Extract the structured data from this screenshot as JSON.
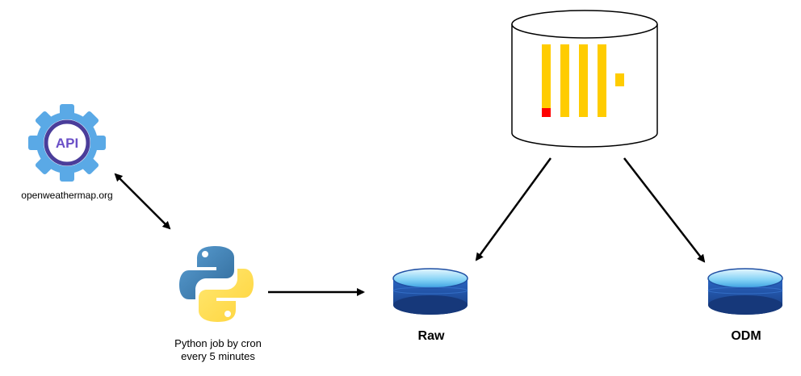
{
  "nodes": {
    "api": {
      "icon_text": "API",
      "label": "openweathermap.org",
      "icon": "api-gear-icon"
    },
    "python": {
      "line1": "Python job by cron",
      "line2": "every 5 minutes",
      "icon": "python-logo-icon"
    },
    "warehouse": {
      "icon": "database-cylinder-icon"
    },
    "raw": {
      "label": "Raw",
      "icon": "disk-storage-icon"
    },
    "odm": {
      "label": "ODM",
      "icon": "disk-storage-icon"
    }
  },
  "colors": {
    "gear": "#5aa9e6",
    "gear_ring": "#4a3d9a",
    "api_text": "#6a4fc7",
    "python_blue": "#3b77a8",
    "python_yellow": "#ffd43b",
    "bars": "#ffcc00",
    "bar_accent": "#ff0000",
    "disk_top": "#6ec6f0",
    "disk_body": "#1f4fa3",
    "arrow": "#000000"
  }
}
